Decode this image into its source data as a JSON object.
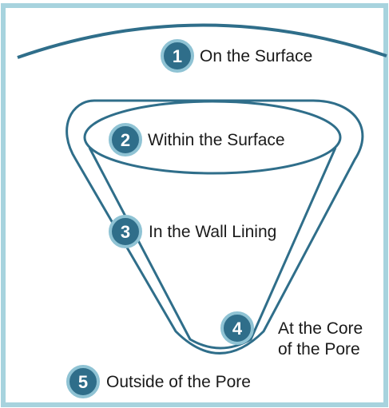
{
  "colors": {
    "border": "#a7d3de",
    "line": "#2f6e8a",
    "badge_fill": "#2f6e8a",
    "badge_ring": "#8fc3d4",
    "text": "#1a1a1a"
  },
  "labels": [
    {
      "number": "1",
      "lines": [
        "On the Surface"
      ]
    },
    {
      "number": "2",
      "lines": [
        "Within the Surface"
      ]
    },
    {
      "number": "3",
      "lines": [
        "In the Wall Lining"
      ]
    },
    {
      "number": "4",
      "lines": [
        "At the Core",
        "of the Pore"
      ]
    },
    {
      "number": "5",
      "lines": [
        "Outside of the Pore"
      ]
    }
  ]
}
